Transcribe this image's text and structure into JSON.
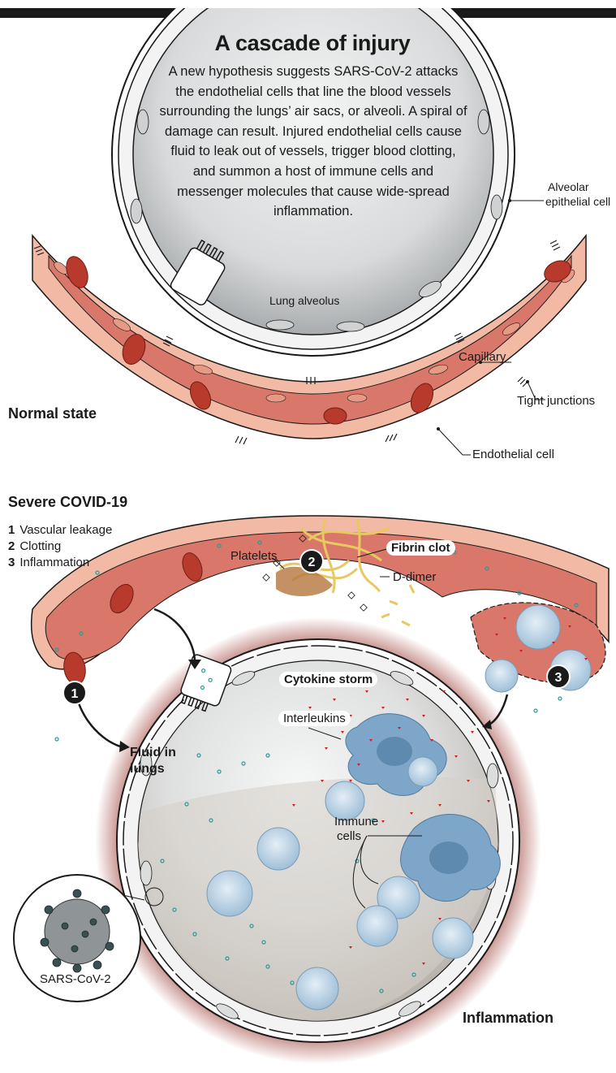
{
  "title": "A cascade of injury",
  "intro": "A new hypothesis suggests SARS-CoV-2 attacks the endothelial cells that line the blood vessels surrounding the lungs’ air sacs, or alveoli. A spiral of damage can result. Injured endothelial cells cause fluid to leak out of vessels, trigger blood clotting, and summon a host of immune cells and messenger molecules that cause wide-spread inflammation.",
  "normal": {
    "heading": "Normal state",
    "labels": {
      "alveolar_1": "Alveolar",
      "alveolar_2": "epithelial cell",
      "lung_alveolus": "Lung alveolus",
      "capillary": "Capillary",
      "tight_junctions": "Tight junctions",
      "endothelial": "Endothelial cell"
    }
  },
  "severe": {
    "heading": "Severe COVID-19",
    "legend": [
      {
        "num": "1",
        "text": "Vascular leakage"
      },
      {
        "num": "2",
        "text": "Clotting"
      },
      {
        "num": "3",
        "text": "Inflammation"
      }
    ],
    "labels": {
      "platelets": "Platelets",
      "fibrin_clot": "Fibrin clot",
      "d_dimer": "D-dimer",
      "cytokine_storm": "Cytokine storm",
      "interleukins": "Interleukins",
      "fluid_1": "Fluid in",
      "fluid_2": "lungs",
      "immune_1": "Immune",
      "immune_2": "cells",
      "virus": "SARS-CoV-2",
      "inflammation": "Inflammation"
    }
  },
  "colors": {
    "capillary": "#d9786a",
    "endothelium": "#f2b9a4",
    "rbc": "#b83a2c",
    "alveolus": "#d7d9da",
    "cytokine": "#cc1f1f",
    "fluid_dot": "#2a9a9a",
    "immune": "#a8c6dd"
  }
}
